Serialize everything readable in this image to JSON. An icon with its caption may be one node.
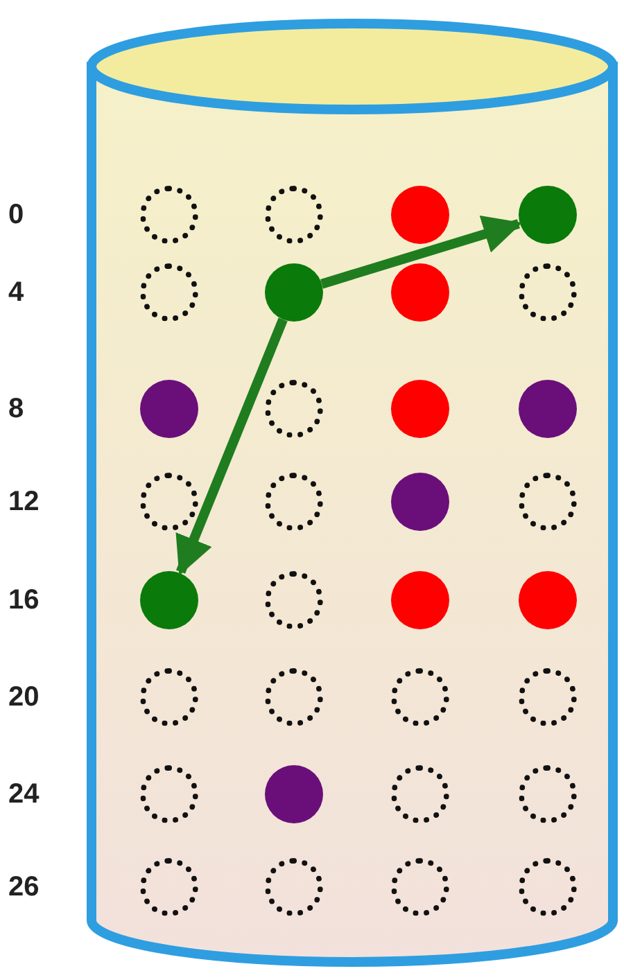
{
  "diagram": {
    "nodes": [
      {
        "text": [],
        "shape": "cylinder"
      },
      {
        "text": [],
        "shape": "circle",
        "in": 0
      },
      {
        "text": [],
        "shape": "circle",
        "in": 0
      },
      {
        "text": [],
        "shape": "circle",
        "in": 0
      },
      {
        "text": [],
        "shape": "circle",
        "in": 0
      },
      {
        "text": [],
        "shape": "circle",
        "in": 0
      },
      {
        "text": [],
        "shape": "circle",
        "in": 0
      },
      {
        "text": [],
        "shape": "circle",
        "in": 0
      },
      {
        "text": [],
        "shape": "circle",
        "in": 0
      },
      {
        "text": [],
        "shape": "circle",
        "in": 0
      },
      {
        "text": [],
        "shape": "circle",
        "in": 0
      },
      {
        "text": [],
        "shape": "circle",
        "in": 0
      },
      {
        "text": [],
        "shape": "circle",
        "in": 0
      },
      {
        "text": [],
        "shape": "circle",
        "in": 0
      },
      {
        "text": [],
        "shape": "circle",
        "in": 0
      },
      {
        "text": [],
        "shape": "circle",
        "in": 0
      },
      {
        "text": [],
        "shape": "circle",
        "in": 0
      },
      {
        "text": [],
        "shape": "circle",
        "in": 0
      },
      {
        "text": [],
        "shape": "circle",
        "in": 0
      },
      {
        "text": [],
        "shape": "circle",
        "in": 0
      },
      {
        "text": [],
        "shape": "circle",
        "in": 0
      },
      {
        "text": [],
        "shape": "circle",
        "in": 0
      },
      {
        "text": [],
        "shape": "circle",
        "in": 0
      },
      {
        "text": [],
        "shape": "circle",
        "in": 0
      },
      {
        "text": [],
        "shape": "circle",
        "in": 0
      },
      {
        "text": [],
        "shape": "circle",
        "in": 0
      },
      {
        "text": [],
        "shape": "circle",
        "in": 0
      },
      {
        "text": [],
        "shape": "circle",
        "in": 0
      },
      {
        "text": [],
        "shape": "circle",
        "in": 0
      },
      {
        "text": [],
        "shape": "circle",
        "in": 0
      },
      {
        "text": [],
        "shape": "circle",
        "in": 0
      },
      {
        "text": [],
        "shape": "circle",
        "in": 0
      },
      {
        "text": [],
        "shape": "circle",
        "in": 0
      }
    ],
    "edges": [
      {
        "from": 6,
        "to": 4,
        "arrow": "to"
      },
      {
        "from": 6,
        "to": 17,
        "arrow": "to"
      }
    ],
    "labels": [
      "0",
      "4",
      "8",
      "12",
      "16",
      "20",
      "24",
      "26"
    ]
  }
}
